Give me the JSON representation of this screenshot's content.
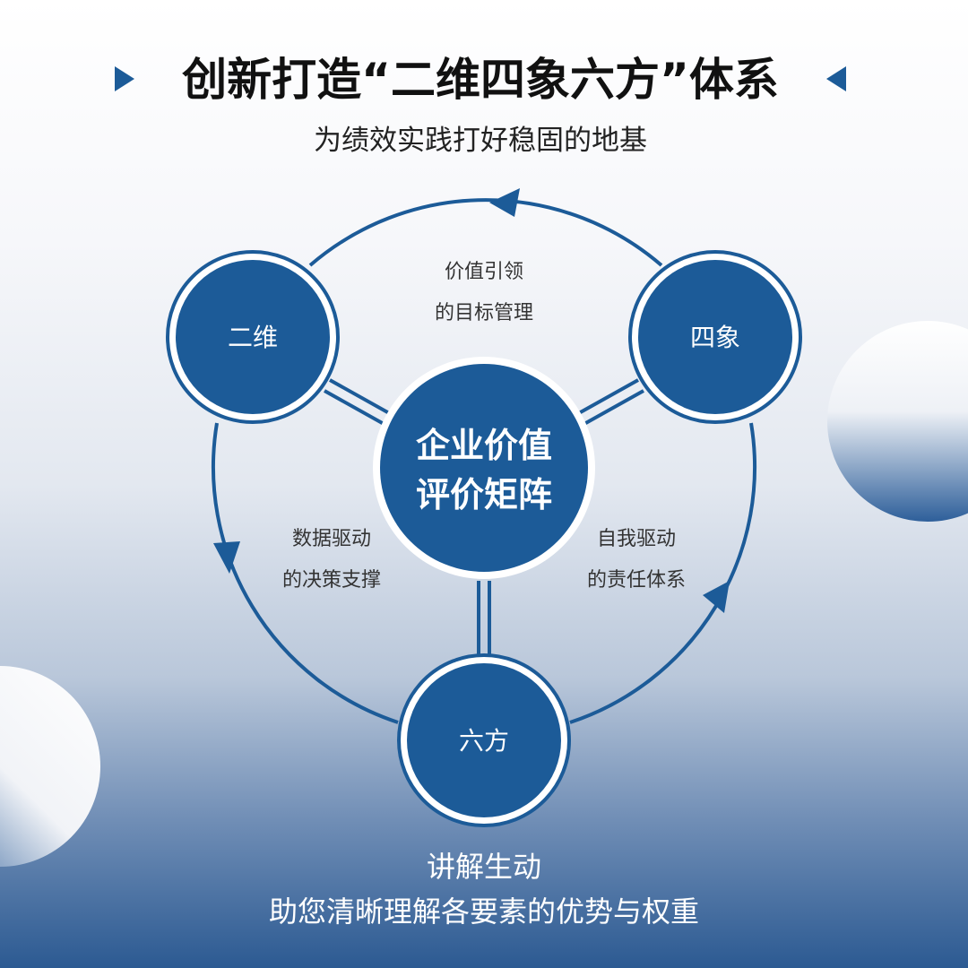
{
  "title": "创新打造“二维四象六方”体系",
  "subtitle": "为绩效实践打好稳固的地基",
  "nodes": {
    "left": "二维",
    "right": "四象",
    "bottom": "六方"
  },
  "center": {
    "line1": "企业价值",
    "line2": "评价矩阵"
  },
  "labels": {
    "top": {
      "line1": "价值引领",
      "line2": "的目标管理"
    },
    "left": {
      "line1": "数据驱动",
      "line2": "的决策支撑"
    },
    "right": {
      "line1": "自我驱动",
      "line2": "的责任体系"
    }
  },
  "footer": {
    "line1": "讲解生动",
    "line2": "助您清晰理解各要素的优势与权重"
  },
  "colors": {
    "primary": "#1c5b98",
    "text": "#111111"
  }
}
